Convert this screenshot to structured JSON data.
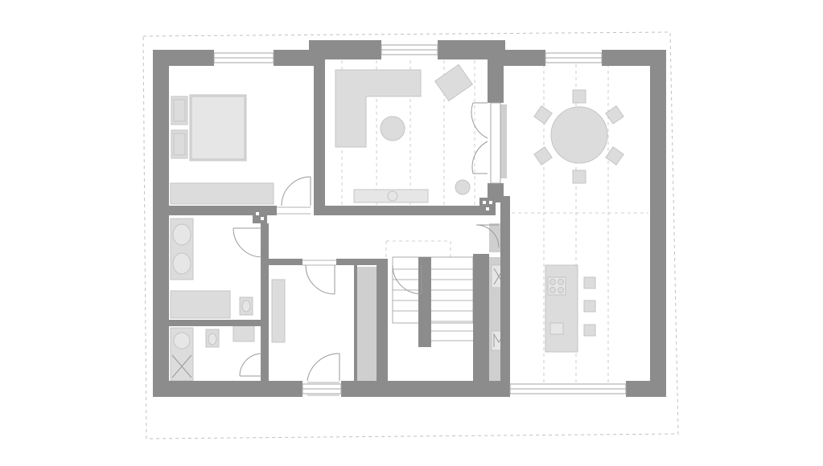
{
  "plan": {
    "colors": {
      "background": "#ffffff",
      "wall": "#8c8c8c",
      "furniture": "#dcdcdc",
      "furniture_stroke": "#c4c4c4",
      "counter": "#cfcfcf",
      "door_line": "#9a9a9a",
      "window_line": "#a6a6a6",
      "dashed_boundary": "#c0c0c0"
    },
    "rooms": [
      {
        "id": "bedroom",
        "furniture": [
          "double-bed",
          "nightstand-left-top",
          "nightstand-left-bottom",
          "wardrobe"
        ]
      },
      {
        "id": "living-room",
        "furniture": [
          "l-shaped-sofa",
          "armchair",
          "round-coffee-table",
          "tv-console",
          "floor-lamp"
        ]
      },
      {
        "id": "dining-room",
        "furniture": [
          "round-dining-table",
          "dining-chair-x6"
        ]
      },
      {
        "id": "kitchen",
        "furniture": [
          "kitchen-island",
          "cooktop",
          "sink",
          "bar-stool-x3",
          "tall-cabinets"
        ]
      },
      {
        "id": "bathroom",
        "furniture": [
          "double-washbasin",
          "bathtub",
          "toilet",
          "bidet"
        ]
      },
      {
        "id": "wc",
        "furniture": [
          "shower-tray",
          "toilet",
          "small-washbasin"
        ]
      },
      {
        "id": "hallway",
        "furniture": [
          "coat-rack"
        ]
      },
      {
        "id": "stairwell",
        "furniture": [
          "staircase"
        ]
      }
    ],
    "icons": [
      "window-icon",
      "door-swing-icon",
      "staircase-icon",
      "fridge-icon",
      "oven-icon"
    ]
  }
}
